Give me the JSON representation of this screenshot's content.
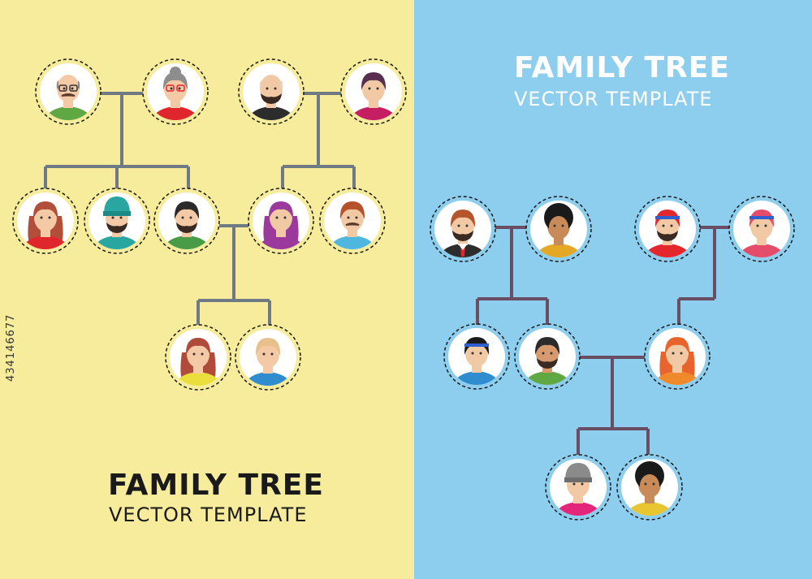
{
  "left_tree": {
    "title": "FAMILY TREE",
    "subtitle": "VECTOR TEMPLATE",
    "line_color": "#6f7a84",
    "people": [
      {
        "name": "grandfather-avatar",
        "skin": "#f4c9a6",
        "hair": "#8a8a8a",
        "shirt": "#5fa843",
        "features": [
          "glasses",
          "mustache",
          "bald"
        ]
      },
      {
        "name": "grandmother-avatar",
        "skin": "#f4c9a6",
        "hair": "#8d8d8d",
        "shirt": "#e0262d",
        "features": [
          "glasses",
          "bun"
        ]
      },
      {
        "name": "grandfather2-avatar",
        "skin": "#f1c9a5",
        "hair": "#e6d3c5",
        "shirt": "#2c2c2c",
        "features": [
          "bald",
          "beard"
        ]
      },
      {
        "name": "grandmother2-avatar",
        "skin": "#f1c9a5",
        "hair": "#5a2e4e",
        "shirt": "#c51e63",
        "features": []
      },
      {
        "name": "aunt-avatar",
        "skin": "#f4c9a6",
        "hair": "#b24f3a",
        "shirt": "#e0262d",
        "features": [
          "long-hair"
        ]
      },
      {
        "name": "uncle-avatar",
        "skin": "#f4c9a6",
        "hair": "#2aa6a0",
        "shirt": "#2aa6a0",
        "features": [
          "beanie",
          "beard"
        ]
      },
      {
        "name": "father-avatar",
        "skin": "#f4c9a6",
        "hair": "#2b2b2b",
        "shirt": "#4a9b48",
        "features": [
          "beard"
        ]
      },
      {
        "name": "mother-avatar",
        "skin": "#f1c9a5",
        "hair": "#9b3a9c",
        "shirt": "#9b3a9c",
        "features": [
          "long-hair"
        ]
      },
      {
        "name": "uncle2-avatar",
        "skin": "#f1c9a5",
        "hair": "#b5522b",
        "shirt": "#4fb6e0",
        "features": [
          "mustache"
        ]
      },
      {
        "name": "daughter-avatar",
        "skin": "#f4c9a6",
        "hair": "#b04a3a",
        "shirt": "#e9de3b",
        "features": [
          "long-hair"
        ]
      },
      {
        "name": "son-avatar",
        "skin": "#f4c9a6",
        "hair": "#e8c08a",
        "shirt": "#2f8ccf",
        "features": []
      }
    ]
  },
  "right_tree": {
    "title": "FAMILY TREE",
    "subtitle": "VECTOR TEMPLATE",
    "line_color": "#6a4e63",
    "people": [
      {
        "name": "grandfather-avatar",
        "skin": "#f1c9a5",
        "hair": "#b4552b",
        "shirt": "#2c2c2c",
        "features": [
          "beard",
          "tie"
        ]
      },
      {
        "name": "grandmother-avatar",
        "skin": "#c98a5a",
        "hair": "#1a1a1a",
        "shirt": "#e4a826",
        "features": [
          "afro"
        ]
      },
      {
        "name": "grandfather2-avatar",
        "skin": "#f1c9a5",
        "hair": "#e4262d",
        "shirt": "#e4262d",
        "features": [
          "beard",
          "headband"
        ]
      },
      {
        "name": "grandmother2-avatar",
        "skin": "#f1c9a5",
        "hair": "#e54c6a",
        "shirt": "#e54c6a",
        "features": [
          "headband"
        ]
      },
      {
        "name": "aunt-avatar",
        "skin": "#f1c9a5",
        "hair": "#1a1a1a",
        "shirt": "#2f8ccf",
        "features": [
          "headband"
        ]
      },
      {
        "name": "father-avatar",
        "skin": "#d69a6e",
        "hair": "#2b2b2b",
        "shirt": "#5fa843",
        "features": [
          "beard"
        ]
      },
      {
        "name": "mother-avatar",
        "skin": "#f1c9a5",
        "hair": "#e9642c",
        "shirt": "#ef8a2c",
        "features": [
          "long-hair"
        ]
      },
      {
        "name": "daughter-avatar",
        "skin": "#f1c9a5",
        "hair": "#f08a3a",
        "shirt": "#e4267a",
        "features": [
          "beanie"
        ]
      },
      {
        "name": "son-avatar",
        "skin": "#c98a5a",
        "hair": "#1a1a1a",
        "shirt": "#e8c531",
        "features": [
          "curly"
        ]
      }
    ]
  },
  "watermark": "434146677",
  "colors": {
    "left_bg": "#f6ec9b",
    "right_bg": "#8dcdee"
  }
}
